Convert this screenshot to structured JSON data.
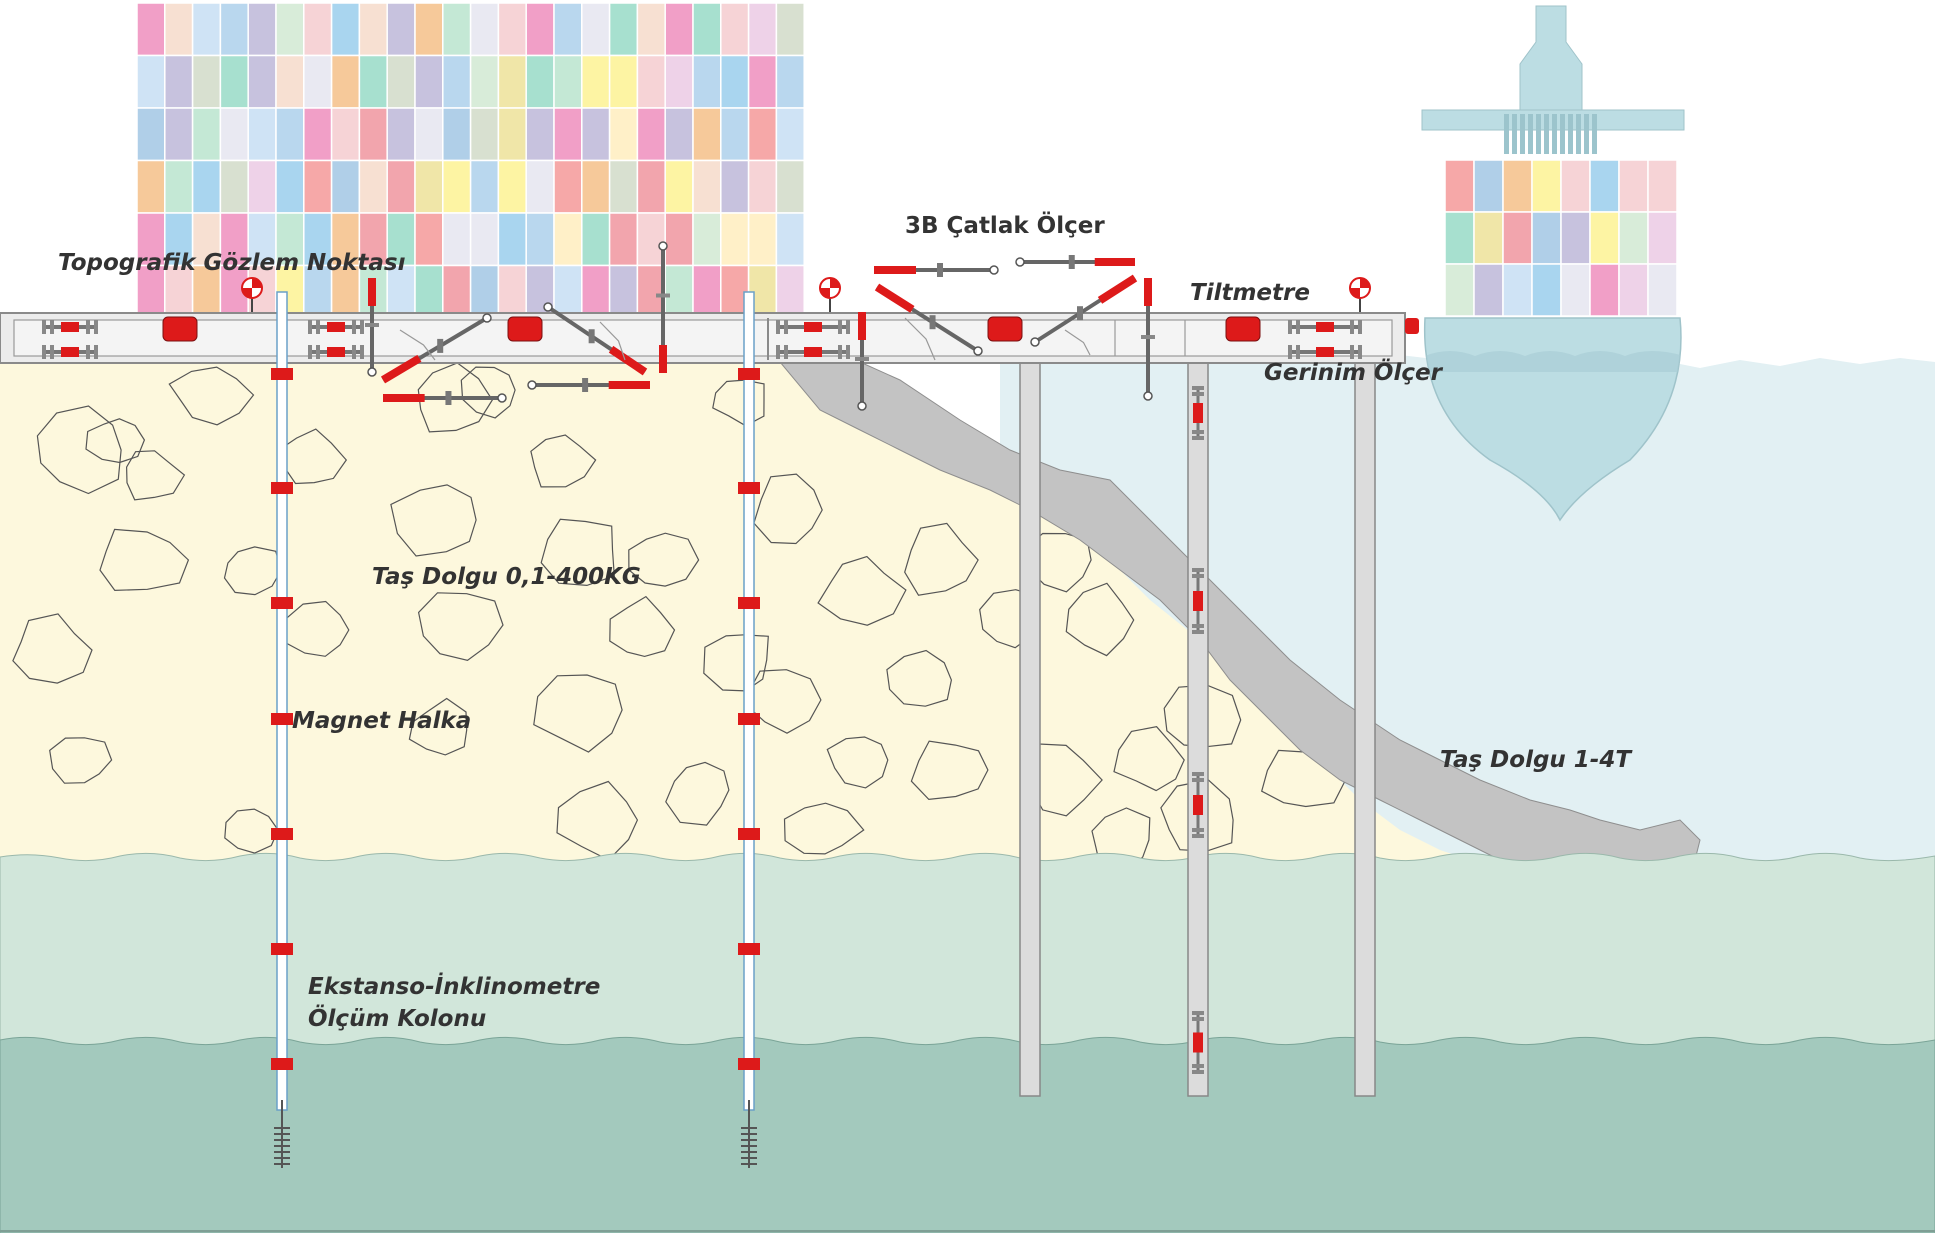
{
  "labels": {
    "topo": "Topografik Gözlem Noktası",
    "crack3d": "3B Çatlak Ölçer",
    "tilt": "Tiltmetre",
    "strain": "Gerinim Ölçer",
    "fill_small": "Taş Dolgu 0,1-400KG",
    "magnet": "Magnet Halka",
    "extenso_line1": "Ekstanso-İnklinometre",
    "extenso_line2": "Ölçüm Kolonu",
    "fill_large": "Taş Dolgu 1-4T"
  },
  "colors": {
    "fill_small": "#fdf8dd",
    "fill_large": "#c3c3c3",
    "sea": "#e2f0f3",
    "layer_mid": "#d1e6da",
    "layer_deep": "#a3c9bd",
    "marker_red": "#dd1a1a",
    "ship_hull": "#bcdde3"
  },
  "icons": {
    "survey_point": "survey-target-icon",
    "crack_meter": "crack-meter-icon",
    "tiltmeter": "tiltmeter-icon",
    "strain_gauge": "strain-gauge-icon",
    "magnet_ring": "magnet-ring-icon",
    "anchor": "anchor-icon"
  }
}
